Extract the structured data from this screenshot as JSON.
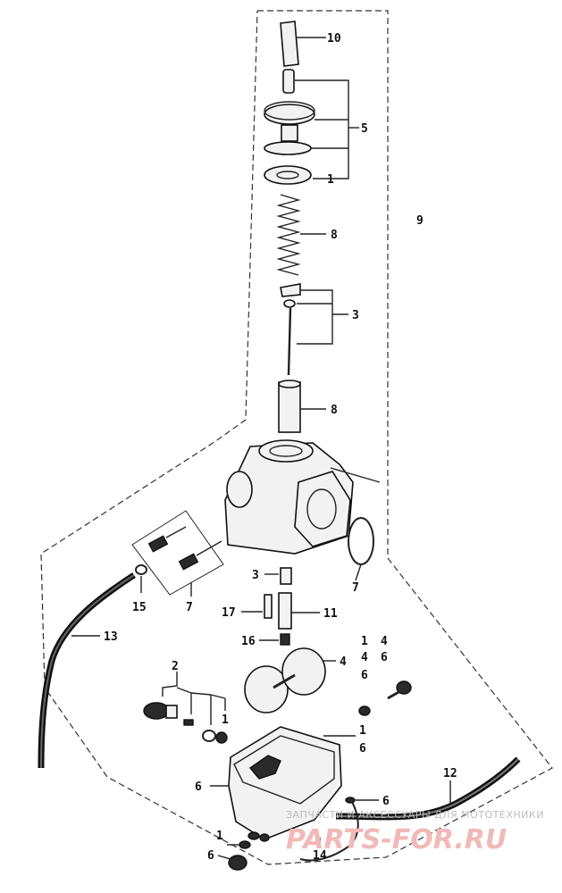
{
  "callouts": {
    "c10": "10",
    "c5": "5",
    "c1_top": "1",
    "c9": "9",
    "c8_spring": "8",
    "c3_needle": "3",
    "c8_slide": "8",
    "c7_oring": "7",
    "c3_jet": "3",
    "c15": "15",
    "c7_screws": "7",
    "c17": "17",
    "c11": "11",
    "c13": "13",
    "c16": "16",
    "c4_float": "4",
    "c14_stack_a": "1",
    "c14_stack_b": "4",
    "c46_stack_a": "4",
    "c46_stack_b": "6",
    "c6_washer": "6",
    "c2": "2",
    "c1_drain": "1",
    "c16_stack_a": "1",
    "c16_stack_b": "6",
    "c6_bowl": "6",
    "c6_clip": "6",
    "c12": "12",
    "c1_bottom": "1",
    "c6_bottom": "6",
    "c14": "14"
  },
  "watermark": {
    "line1": "ЗАПЧАСТИ И АКСЕССУАРЫ ДЛЯ МОТОТЕХНИКИ",
    "line2": "PARTS-FOR.RU"
  }
}
